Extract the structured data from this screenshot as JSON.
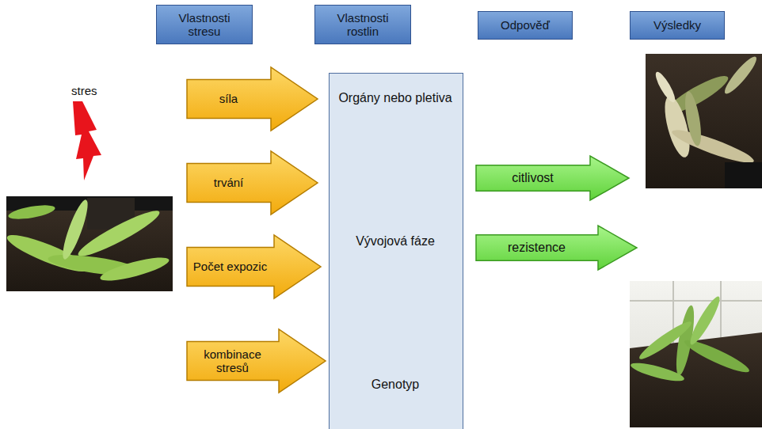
{
  "diagram": {
    "nodes": [
      {
        "text": [
          "Vlastnosti stresu"
        ]
      },
      {
        "text": [
          "Vlastnosti rostlin"
        ]
      },
      {
        "text": [
          "Odpověď"
        ]
      },
      {
        "text": [
          "Výsledky"
        ]
      },
      {
        "text": [
          "síla"
        ]
      },
      {
        "text": [
          "trvání"
        ]
      },
      {
        "text": [
          "Počet expozic"
        ]
      },
      {
        "text": [
          "kombinace stresů"
        ]
      },
      {
        "text": [
          "Orgány nebo pletiva",
          "Vývojová fáze",
          "Genotyp"
        ]
      },
      {
        "text": [
          "citlivost"
        ]
      },
      {
        "text": [
          "rezistence"
        ]
      }
    ],
    "labels": [
      "stres"
    ]
  }
}
